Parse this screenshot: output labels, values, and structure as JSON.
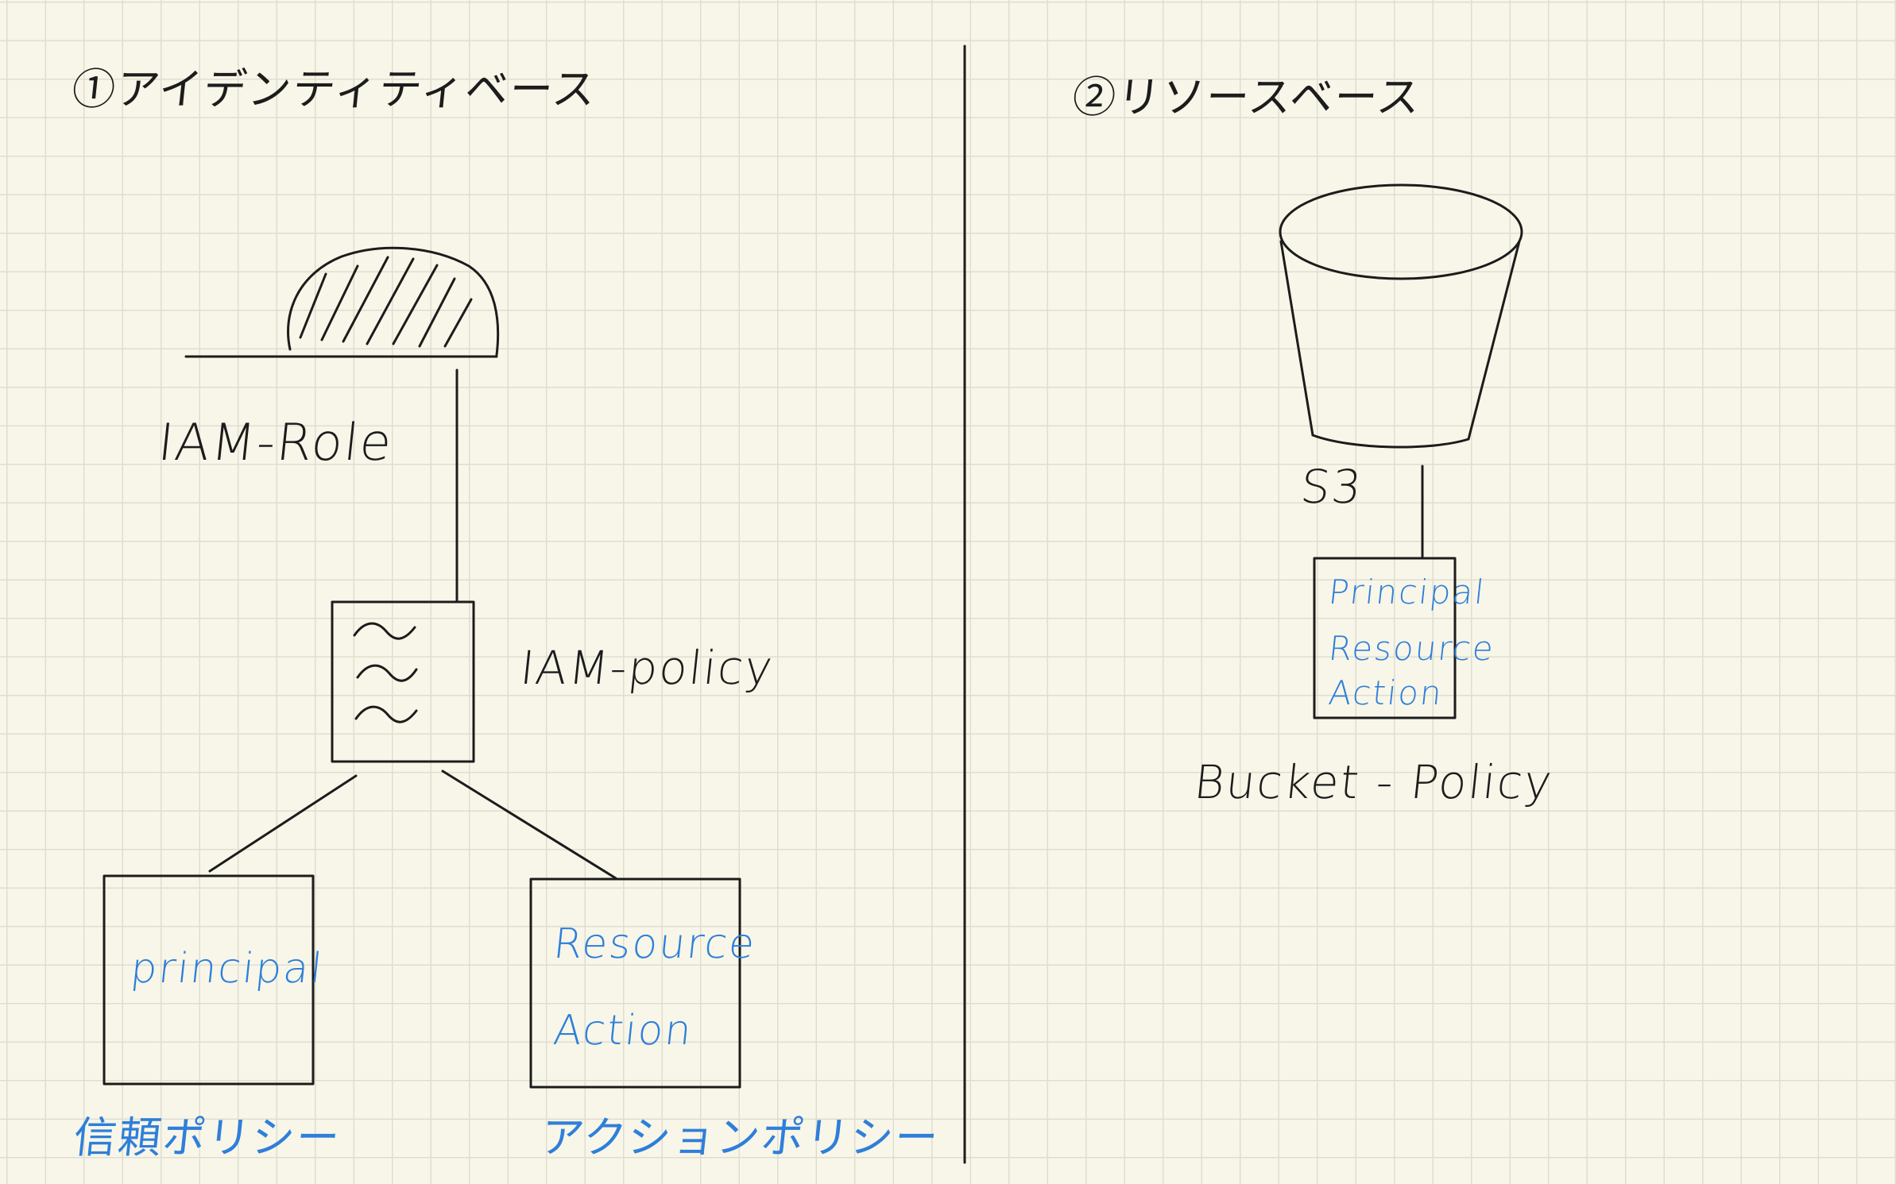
{
  "identity_section": {
    "heading": "①アイデンティティベース",
    "role_label": "IAM-Role",
    "policy_label": "IAM-policy",
    "left_box_text": "principal",
    "right_box_lines": [
      "Resource",
      "Action"
    ],
    "left_caption": "信頼ポリシー",
    "right_caption": "アクションポリシー"
  },
  "resource_section": {
    "heading": "②リソースベース",
    "s3_label": "S3",
    "bucket_box_lines": [
      "Principal",
      "Resource",
      "Action"
    ],
    "bucket_policy_label": "Bucket - Policy"
  },
  "colors": {
    "ink": "#1c1c1c",
    "blue_ink": "#2e7fd9",
    "paper": "#f8f6e9",
    "grid": "#dfddd0"
  },
  "icons": [
    "iam-role-helmet-icon",
    "policy-document-icon",
    "s3-bucket-icon"
  ]
}
